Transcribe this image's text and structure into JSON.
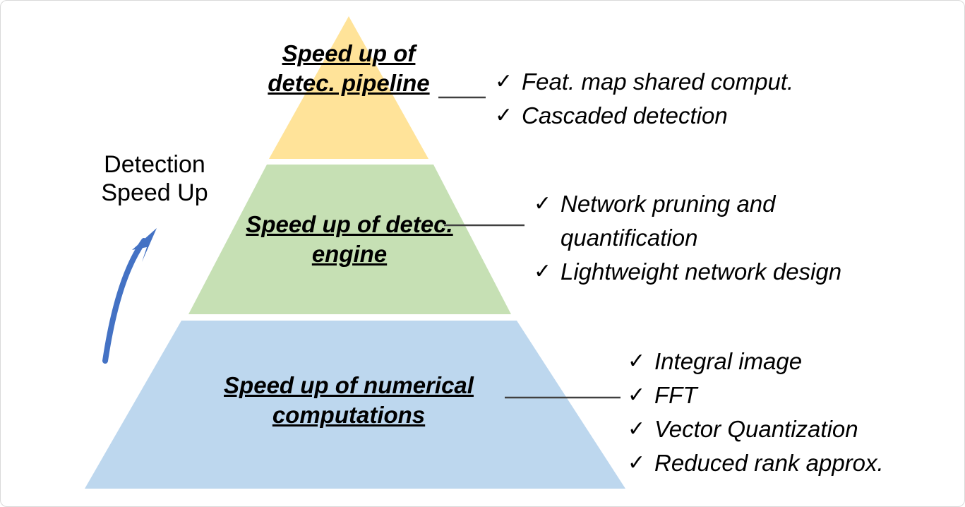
{
  "diagram": {
    "axis_label": "Detection\nSpeed Up",
    "arrow_icon": "up-arrow-icon",
    "arrow_color": "#4472C4",
    "tiers": [
      {
        "id": "pipeline",
        "caption": "Speed up of detec. pipeline",
        "fill": "#FFE399",
        "bullets": [
          "Feat. map shared comput.",
          "Cascaded detection"
        ]
      },
      {
        "id": "engine",
        "caption": "Speed up of detec. engine",
        "fill": "#C6E0B4",
        "bullets": [
          "Network pruning and quantification",
          "Lightweight network design"
        ]
      },
      {
        "id": "numerical",
        "caption": "Speed up of numerical computations",
        "fill": "#BDD7EE",
        "bullets": [
          "Integral image",
          "FFT",
          "Vector Quantization",
          "Reduced rank approx."
        ]
      }
    ],
    "bullet_mark": "✓",
    "connector_color": "#404040"
  }
}
